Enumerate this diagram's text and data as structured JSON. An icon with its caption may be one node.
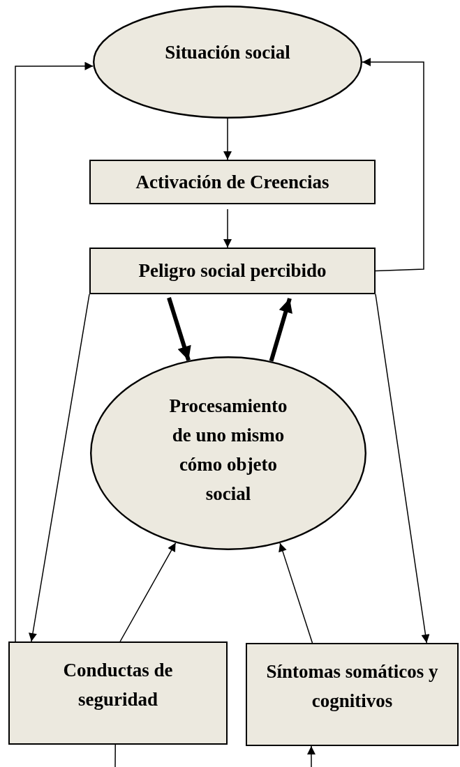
{
  "diagram": {
    "nodes": [
      {
        "text": [
          "Situación social"
        ]
      },
      {
        "text": [
          "Activación de Creencias"
        ]
      },
      {
        "text": [
          "Peligro social percibido"
        ]
      },
      {
        "text": [
          "Procesamiento de uno mismo cómo objeto social"
        ]
      },
      {
        "text": [
          "Conductas de seguridad"
        ]
      },
      {
        "text": [
          "Síntomas somáticos y cognitivos"
        ]
      }
    ],
    "edges": [
      {
        "from": 0,
        "to": 1,
        "arrow": "to"
      },
      {
        "from": 1,
        "to": 2,
        "arrow": "to"
      },
      {
        "from": 2,
        "to": 0,
        "arrow": "to"
      },
      {
        "from": 4,
        "to": 0,
        "arrow": "to"
      },
      {
        "from": 2,
        "to": 3,
        "arrow": "to",
        "style": "thick"
      },
      {
        "from": 3,
        "to": 2,
        "arrow": "to",
        "style": "thick"
      },
      {
        "from": 2,
        "to": 4,
        "arrow": "to"
      },
      {
        "from": 2,
        "to": 5,
        "arrow": "to"
      },
      {
        "from": 4,
        "to": 3,
        "arrow": "to"
      },
      {
        "from": 5,
        "to": 3,
        "arrow": "to"
      },
      {
        "from": 4,
        "to": null,
        "arrow": "none"
      },
      {
        "from": null,
        "to": 5,
        "arrow": "to"
      }
    ]
  }
}
